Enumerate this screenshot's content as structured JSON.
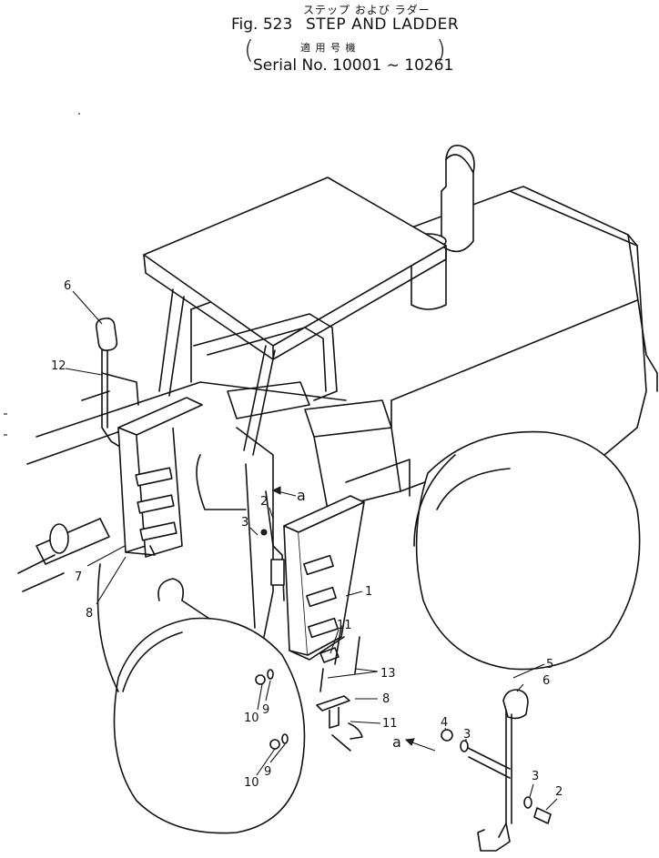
{
  "header": {
    "title_jp": "ステップ および ラダー",
    "fig_label": "Fig. 523",
    "title_en": "STEP AND LADDER",
    "applicable_jp": "適 用 号 機",
    "serial_text": "Serial No. 10001 ~ 10261"
  },
  "callouts": [
    {
      "id": "c6a",
      "text": "6"
    },
    {
      "id": "c12",
      "text": "12"
    },
    {
      "id": "c7",
      "text": "7"
    },
    {
      "id": "c8a",
      "text": "8"
    },
    {
      "id": "c2a",
      "text": "2"
    },
    {
      "id": "c3a",
      "text": "3"
    },
    {
      "id": "ca1",
      "text": "a"
    },
    {
      "id": "c1",
      "text": "1"
    },
    {
      "id": "c11a",
      "text": "11"
    },
    {
      "id": "c13",
      "text": "13"
    },
    {
      "id": "c8b",
      "text": "8"
    },
    {
      "id": "c11b",
      "text": "11"
    },
    {
      "id": "c10a",
      "text": "10"
    },
    {
      "id": "c9a",
      "text": "9"
    },
    {
      "id": "c10b",
      "text": "10"
    },
    {
      "id": "c9b",
      "text": "9"
    },
    {
      "id": "ca2",
      "text": "a"
    },
    {
      "id": "c4",
      "text": "4"
    },
    {
      "id": "c3b",
      "text": "3"
    },
    {
      "id": "c6b",
      "text": "6"
    },
    {
      "id": "c5",
      "text": "5"
    },
    {
      "id": "c3c",
      "text": "3"
    },
    {
      "id": "c2b",
      "text": "2"
    }
  ]
}
